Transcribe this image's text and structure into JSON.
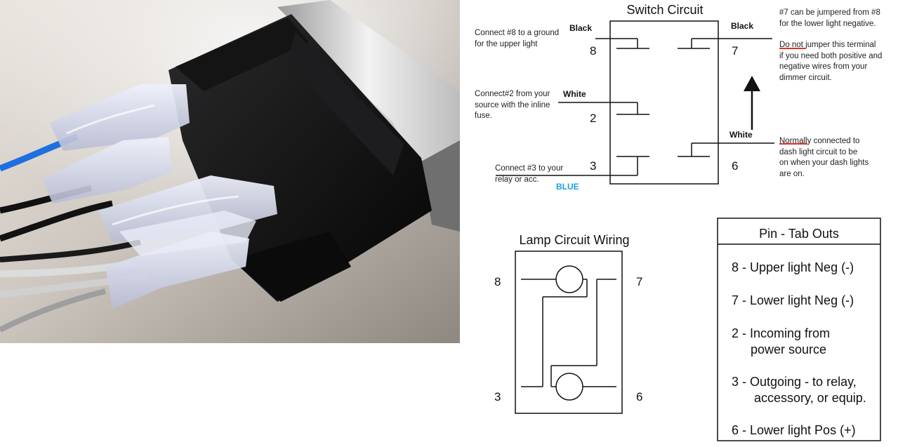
{
  "switch_circuit": {
    "title": "Switch Circuit",
    "wire_black_left": "Black",
    "wire_black_right": "Black",
    "wire_white_left": "White",
    "wire_white_right": "White",
    "wire_blue": "BLUE",
    "pins": {
      "p8": "8",
      "p7": "7",
      "p2": "2",
      "p3": "3",
      "p6": "6"
    },
    "notes": {
      "n8": [
        "Connect #8 to a ground",
        "for the upper light"
      ],
      "n2": [
        "Connect#2 from your",
        "source with the inline",
        "fuse."
      ],
      "n3": [
        "Connect #3 to your",
        "relay or acc."
      ],
      "n7a": [
        "#7 can be jumpered from #8",
        "for the lower light negative."
      ],
      "n7b_first": "Do not",
      "n7b_rest": " jumper this terminal",
      "n7b": [
        "if you need both positive and",
        "negative wires from your",
        "dimmer circuit."
      ],
      "n6_first": "Normally",
      "n6_rest": " connected to",
      "n6": [
        "dash light circuit to be",
        "on when your dash lights",
        "are on."
      ]
    }
  },
  "lamp_circuit": {
    "title": "Lamp Circuit Wiring",
    "pins": {
      "p8": "8",
      "p7": "7",
      "p3": "3",
      "p6": "6"
    }
  },
  "pin_table": {
    "title": "Pin - Tab Outs",
    "rows": [
      [
        "8 - Upper light Neg (-)"
      ],
      [
        "7 - Lower light Neg (-)"
      ],
      [
        "2 - Incoming from",
        "power source"
      ],
      [
        "3 - Outgoing - to relay,",
        "accessory, or equip."
      ],
      [
        "6 - Lower light Pos (+)"
      ]
    ]
  },
  "colors": {
    "blue_label": "#1ba1e2",
    "underline_red": "#e0342a",
    "line": "#111111"
  }
}
